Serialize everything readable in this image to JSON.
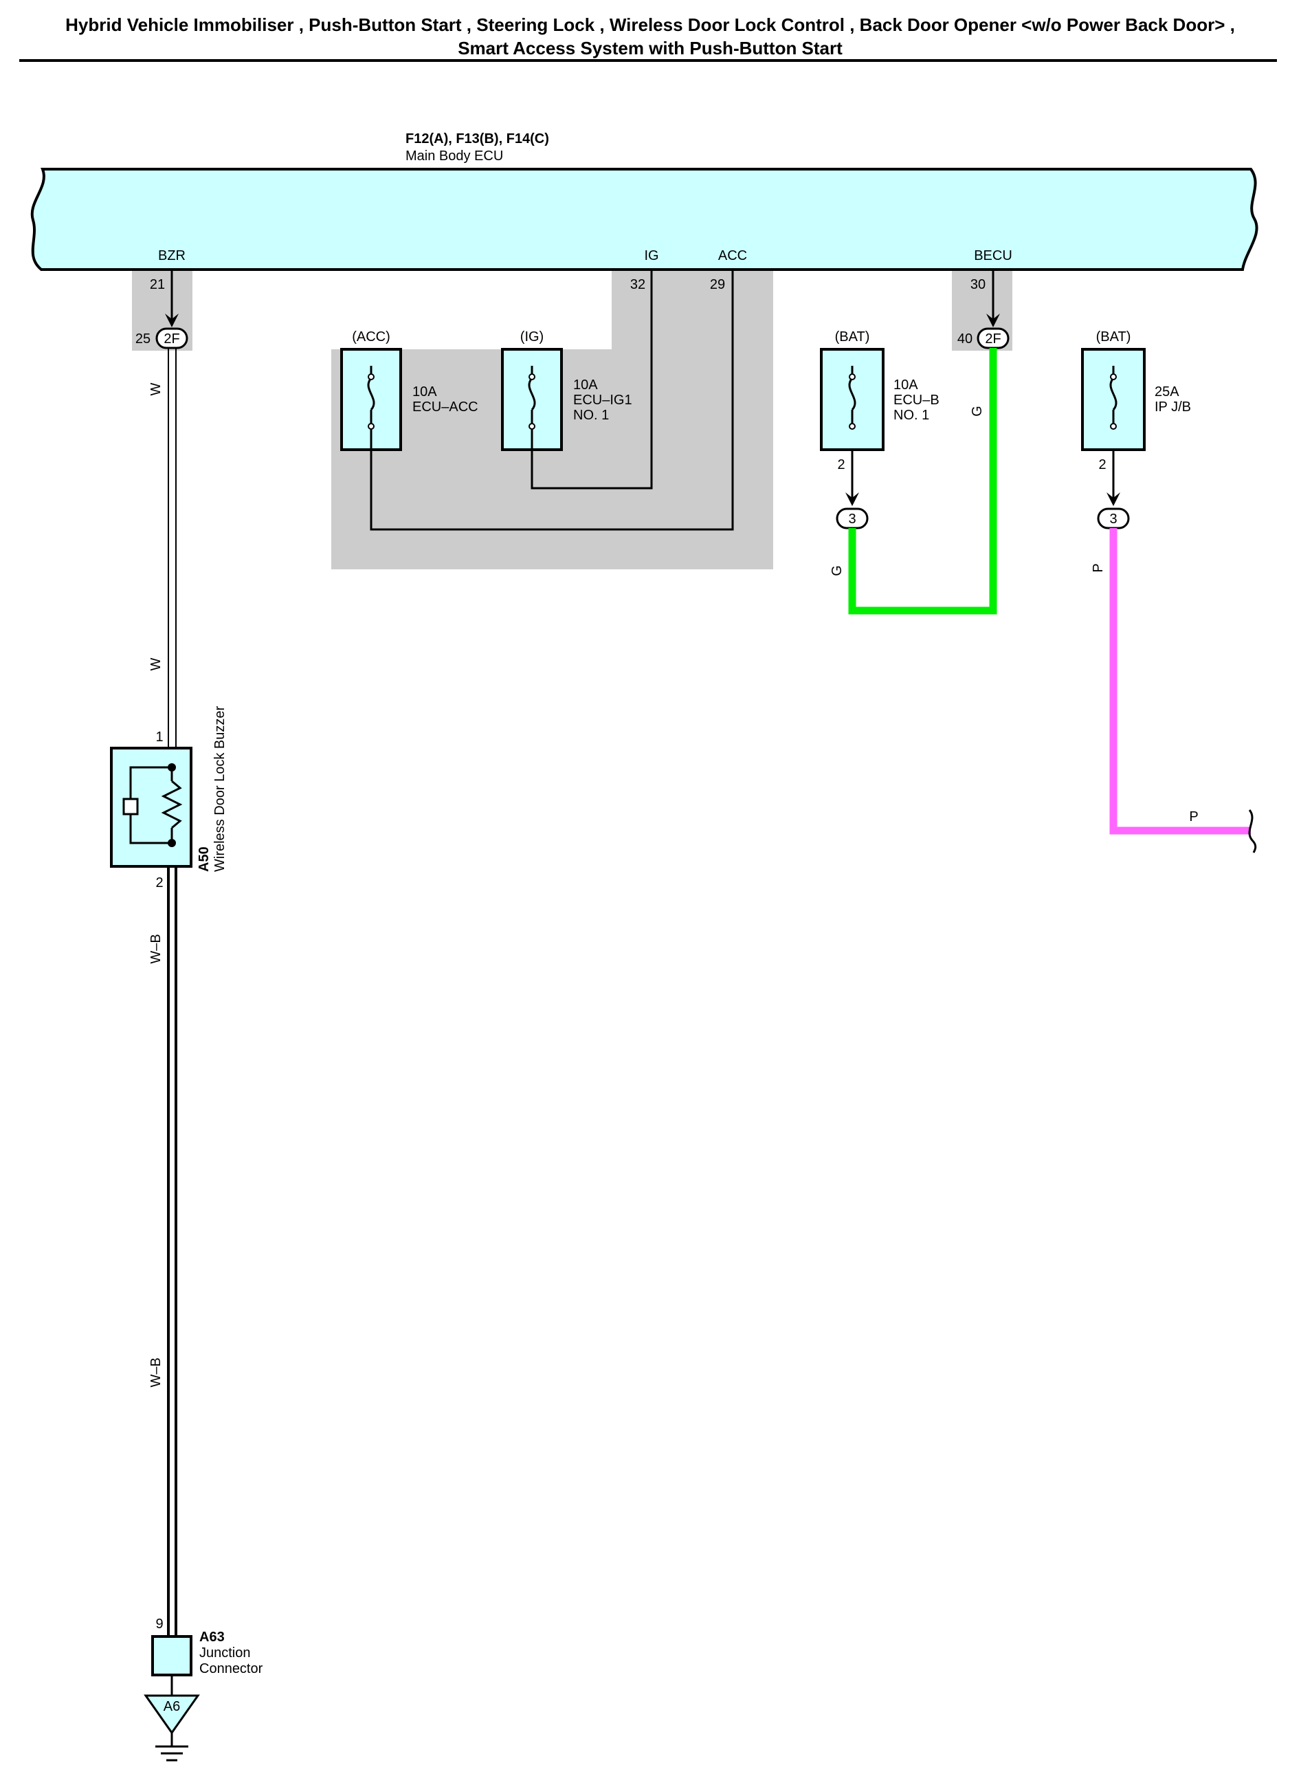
{
  "header": {
    "title_line1": "Hybrid Vehicle Immobiliser , Push-Button Start , Steering Lock , Wireless Door Lock Control , Back Door Opener <w/o Power Back Door> ,",
    "title_line2": "Smart Access System with Push-Button Start"
  },
  "ecu": {
    "connectors": "F12(A), F13(B), F14(C)",
    "name": "Main Body ECU",
    "terminals": [
      {
        "label": "BZR",
        "pin": "21"
      },
      {
        "label": "IG",
        "pin": "32"
      },
      {
        "label": "ACC",
        "pin": "29"
      },
      {
        "label": "BECU",
        "pin": "30"
      }
    ]
  },
  "junctions": {
    "bzr": {
      "pin": "25",
      "id": "2F"
    },
    "becu": {
      "pin": "40",
      "id": "2F"
    },
    "ecu_b_out": {
      "id": "3"
    },
    "ip_jb_out": {
      "id": "3"
    }
  },
  "fuses": [
    {
      "supply": "(ACC)",
      "rating": "10A",
      "name_line1": "ECU–ACC",
      "name_line2": "",
      "out_pin": ""
    },
    {
      "supply": "(IG)",
      "rating": "10A",
      "name_line1": "ECU–IG1",
      "name_line2": "NO. 1",
      "out_pin": ""
    },
    {
      "supply": "(BAT)",
      "rating": "10A",
      "name_line1": "ECU–B",
      "name_line2": "NO. 1",
      "out_pin": "2"
    },
    {
      "supply": "(BAT)",
      "rating": "25A",
      "name_line1": "IP J/B",
      "name_line2": "",
      "out_pin": "2"
    }
  ],
  "wire_colors": {
    "w_upper": "W",
    "w_lower": "W",
    "wb_upper": "W–B",
    "wb_lower": "W–B",
    "g_ecu": "G",
    "g_fuse": "G",
    "p_vertical": "P",
    "p_horizontal": "P"
  },
  "buzzer": {
    "id": "A50",
    "name": "Wireless Door Lock Buzzer",
    "pin_in": "1",
    "pin_out": "2"
  },
  "junction_connector": {
    "id": "A63",
    "name_line1": "Junction",
    "name_line2": "Connector",
    "pin": "9"
  },
  "ground": {
    "id": "A6"
  },
  "colors": {
    "component_fill": "#ccffff",
    "shade": "#cccccc",
    "wire_green": "#00ee00",
    "wire_pink": "#ff66ff"
  }
}
